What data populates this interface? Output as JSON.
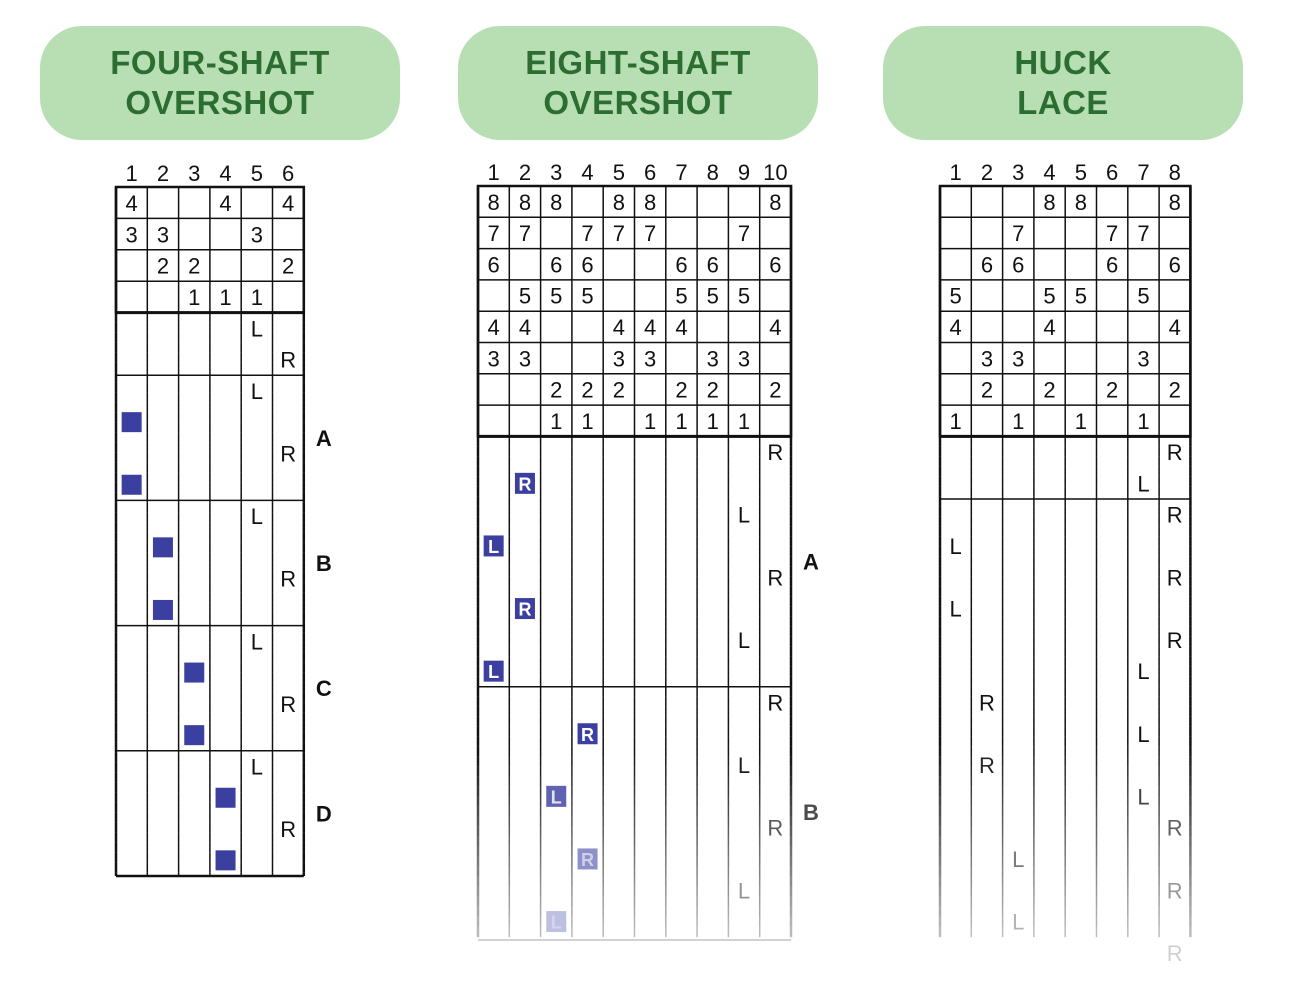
{
  "colors": {
    "title_bg": "#b8dfb3",
    "title_text": "#2c6e31",
    "grid": "#111111",
    "mark": "#3a3fa0"
  },
  "panels": [
    {
      "id": "four",
      "title_lines": [
        "FOUR-SHAFT",
        "OVERSHOT"
      ],
      "headers": [
        "1",
        "2",
        "3",
        "4",
        "5",
        "6"
      ],
      "threading": [
        [
          "4",
          "",
          "",
          "4",
          "",
          "4"
        ],
        [
          "3",
          "3",
          "",
          "",
          "3",
          ""
        ],
        [
          "",
          "2",
          "2",
          "",
          "",
          "2"
        ],
        [
          "",
          "",
          "1",
          "1",
          "1",
          ""
        ]
      ],
      "sections": [
        {
          "label": "",
          "rows": 2
        },
        {
          "label": "A",
          "rows": 4
        },
        {
          "label": "B",
          "rows": 4
        },
        {
          "label": "C",
          "rows": 4
        },
        {
          "label": "D",
          "rows": 4
        }
      ],
      "marks": [
        {
          "text": "L",
          "col": 5,
          "row": 0,
          "style": "plain"
        },
        {
          "text": "R",
          "col": 6,
          "row": 1,
          "style": "plain"
        },
        {
          "text": "L",
          "col": 5,
          "row": 2,
          "style": "plain"
        },
        {
          "text": "",
          "col": 1,
          "row": 3,
          "style": "block"
        },
        {
          "text": "R",
          "col": 6,
          "row": 4,
          "style": "plain"
        },
        {
          "text": "",
          "col": 1,
          "row": 5,
          "style": "block"
        },
        {
          "text": "L",
          "col": 5,
          "row": 6,
          "style": "plain"
        },
        {
          "text": "",
          "col": 2,
          "row": 7,
          "style": "block"
        },
        {
          "text": "R",
          "col": 6,
          "row": 8,
          "style": "plain"
        },
        {
          "text": "",
          "col": 2,
          "row": 9,
          "style": "block"
        },
        {
          "text": "L",
          "col": 5,
          "row": 10,
          "style": "plain"
        },
        {
          "text": "",
          "col": 3,
          "row": 11,
          "style": "block"
        },
        {
          "text": "R",
          "col": 6,
          "row": 12,
          "style": "plain"
        },
        {
          "text": "",
          "col": 3,
          "row": 13,
          "style": "block"
        },
        {
          "text": "L",
          "col": 5,
          "row": 14,
          "style": "plain"
        },
        {
          "text": "",
          "col": 4,
          "row": 15,
          "style": "block"
        },
        {
          "text": "R",
          "col": 6,
          "row": 16,
          "style": "plain"
        },
        {
          "text": "",
          "col": 4,
          "row": 17,
          "style": "block"
        }
      ]
    },
    {
      "id": "eight",
      "title_lines": [
        "EIGHT-SHAFT",
        "OVERSHOT"
      ],
      "headers": [
        "1",
        "2",
        "3",
        "4",
        "5",
        "6",
        "7",
        "8",
        "9",
        "10"
      ],
      "threading": [
        [
          "8",
          "8",
          "8",
          "",
          "8",
          "8",
          "",
          "",
          "",
          "8"
        ],
        [
          "7",
          "7",
          "",
          "7",
          "7",
          "7",
          "",
          "",
          "7",
          ""
        ],
        [
          "6",
          "",
          "6",
          "6",
          "",
          "",
          "6",
          "6",
          "",
          "6"
        ],
        [
          "",
          "5",
          "5",
          "5",
          "",
          "",
          "5",
          "5",
          "5",
          ""
        ],
        [
          "4",
          "4",
          "",
          "",
          "4",
          "4",
          "4",
          "",
          "",
          "4"
        ],
        [
          "3",
          "3",
          "",
          "",
          "3",
          "3",
          "",
          "3",
          "3",
          ""
        ],
        [
          "",
          "",
          "2",
          "2",
          "2",
          "",
          "2",
          "2",
          "",
          "2"
        ],
        [
          "",
          "",
          "1",
          "1",
          "",
          "1",
          "1",
          "1",
          "1",
          ""
        ]
      ],
      "sections": [
        {
          "label": "A",
          "rows": 8
        },
        {
          "label": "B",
          "rows": 8
        }
      ],
      "marks": [
        {
          "text": "R",
          "col": 10,
          "row": 0,
          "style": "plain"
        },
        {
          "text": "R",
          "col": 2,
          "row": 1,
          "style": "box"
        },
        {
          "text": "L",
          "col": 9,
          "row": 2,
          "style": "plain"
        },
        {
          "text": "L",
          "col": 1,
          "row": 3,
          "style": "box"
        },
        {
          "text": "R",
          "col": 10,
          "row": 4,
          "style": "plain"
        },
        {
          "text": "R",
          "col": 2,
          "row": 5,
          "style": "box"
        },
        {
          "text": "L",
          "col": 9,
          "row": 6,
          "style": "plain"
        },
        {
          "text": "L",
          "col": 1,
          "row": 7,
          "style": "box"
        },
        {
          "text": "R",
          "col": 10,
          "row": 8,
          "style": "plain"
        },
        {
          "text": "R",
          "col": 4,
          "row": 9,
          "style": "box"
        },
        {
          "text": "L",
          "col": 9,
          "row": 10,
          "style": "plain"
        },
        {
          "text": "L",
          "col": 3,
          "row": 11,
          "style": "box"
        },
        {
          "text": "R",
          "col": 10,
          "row": 12,
          "style": "plain"
        },
        {
          "text": "R",
          "col": 4,
          "row": 13,
          "style": "box"
        },
        {
          "text": "L",
          "col": 9,
          "row": 14,
          "style": "plain"
        },
        {
          "text": "L",
          "col": 3,
          "row": 15,
          "style": "box"
        }
      ]
    },
    {
      "id": "huck",
      "title_lines": [
        "HUCK",
        "LACE"
      ],
      "headers": [
        "1",
        "2",
        "3",
        "4",
        "5",
        "6",
        "7",
        "8"
      ],
      "threading": [
        [
          "",
          "",
          "",
          "8",
          "8",
          "",
          "",
          "8"
        ],
        [
          "",
          "",
          "7",
          "",
          "",
          "7",
          "7",
          ""
        ],
        [
          "",
          "6",
          "6",
          "",
          "",
          "6",
          "",
          "6"
        ],
        [
          "5",
          "",
          "",
          "5",
          "5",
          "",
          "5",
          ""
        ],
        [
          "4",
          "",
          "",
          "4",
          "",
          "",
          "",
          "4"
        ],
        [
          "",
          "3",
          "3",
          "",
          "",
          "",
          "3",
          ""
        ],
        [
          "",
          "2",
          "",
          "2",
          "",
          "2",
          "",
          "2"
        ],
        [
          "1",
          "",
          "1",
          "",
          "1",
          "",
          "1",
          ""
        ]
      ],
      "sections": [
        {
          "label": "",
          "rows": 2
        },
        {
          "label": "",
          "rows": 14
        }
      ],
      "marks": [
        {
          "text": "R",
          "col": 8,
          "row": 0,
          "style": "plain"
        },
        {
          "text": "L",
          "col": 7,
          "row": 1,
          "style": "plain"
        },
        {
          "text": "R",
          "col": 8,
          "row": 2,
          "style": "plain"
        },
        {
          "text": "L",
          "col": 1,
          "row": 3,
          "style": "plain"
        },
        {
          "text": "R",
          "col": 8,
          "row": 4,
          "style": "plain"
        },
        {
          "text": "L",
          "col": 1,
          "row": 5,
          "style": "plain"
        },
        {
          "text": "R",
          "col": 8,
          "row": 6,
          "style": "plain"
        },
        {
          "text": "L",
          "col": 7,
          "row": 7,
          "style": "plain"
        },
        {
          "text": "R",
          "col": 2,
          "row": 8,
          "style": "plain"
        },
        {
          "text": "L",
          "col": 7,
          "row": 9,
          "style": "plain"
        },
        {
          "text": "R",
          "col": 2,
          "row": 10,
          "style": "plain"
        },
        {
          "text": "L",
          "col": 7,
          "row": 11,
          "style": "plain"
        },
        {
          "text": "R",
          "col": 8,
          "row": 12,
          "style": "plain"
        },
        {
          "text": "L",
          "col": 3,
          "row": 13,
          "style": "plain"
        },
        {
          "text": "R",
          "col": 8,
          "row": 14,
          "style": "plain"
        },
        {
          "text": "L",
          "col": 3,
          "row": 15,
          "style": "plain"
        },
        {
          "text": "R",
          "col": 8,
          "row": 16,
          "style": "plain"
        }
      ]
    }
  ]
}
